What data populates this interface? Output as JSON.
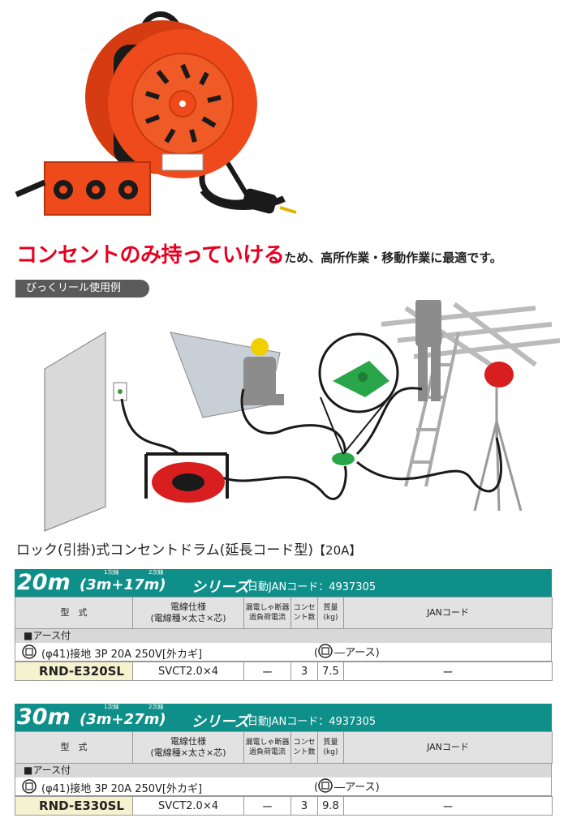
{
  "headline": {
    "emphasis": "コンセントのみ持っていける",
    "rest": "ため、高所作業・移動作業に最適です。"
  },
  "usage_label": "びっくリール使用例",
  "product_title": {
    "main": "ロック(引掛)式コンセントドラム(延長コード型)",
    "amp": "【20A】"
  },
  "table_headers": {
    "model": "型　式",
    "wire_line1": "電線仕様",
    "wire_line2": "(電線種×太さ×芯)",
    "breaker_line1": "漏電しゃ断器",
    "breaker_line2": "過負荷電流",
    "outlets_line1": "コンセ",
    "outlets_line2": "ント数",
    "weight_line1": "質量",
    "weight_line2": "(kg)",
    "jan": "JANコード"
  },
  "series": [
    {
      "length": "20m",
      "config": "(3m+17m)",
      "sup1": "1次線",
      "sup2": "2次線",
      "name": "シリーズ",
      "jan_label": "日動JANコード：4937305",
      "group": "■アース付",
      "outlet": "(φ41)接地 3P 20A 250V[外カギ]",
      "earth_open": "(",
      "earth_label": "アース)",
      "row": {
        "model": "RND-E320SL",
        "wire": "SVCT2.0×4",
        "breaker": "ー",
        "outlets": "3",
        "weight": "7.5",
        "jan": "ー"
      }
    },
    {
      "length": "30m",
      "config": "(3m+27m)",
      "sup1": "1次線",
      "sup2": "2次線",
      "name": "シリーズ",
      "jan_label": "日動JANコード：4937305",
      "group": "■アース付",
      "outlet": "(φ41)接地 3P 20A 250V[外カギ]",
      "earth_open": "(",
      "earth_label": "アース)",
      "row": {
        "model": "RND-E330SL",
        "wire": "SVCT2.0×4",
        "breaker": "ー",
        "outlets": "3",
        "weight": "9.8",
        "jan": "ー"
      }
    }
  ],
  "colors": {
    "accent_red": "#e6001f",
    "series_teal": "#0f8f8a",
    "drum_orange": "#ef4a1c",
    "model_bg": "#f5f2cf"
  }
}
